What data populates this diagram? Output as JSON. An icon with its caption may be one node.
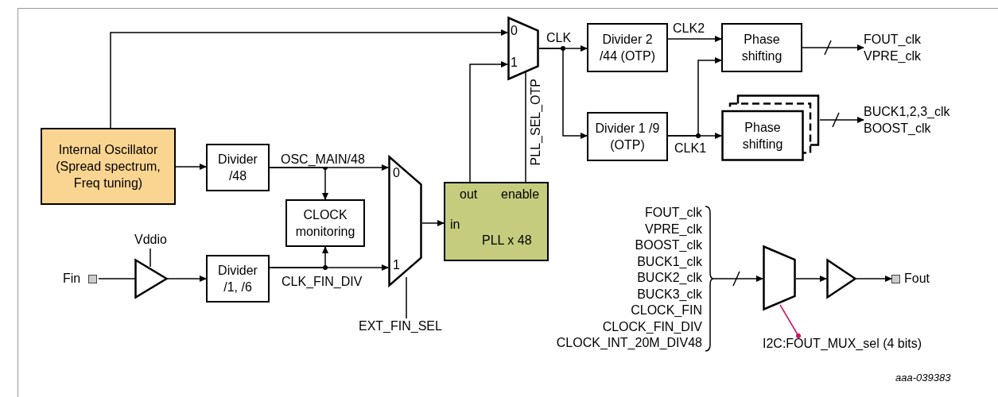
{
  "diagram": {
    "nodes": [
      {
        "text": [
          "Internal Oscillator (Spread spectrum, Freq tuning)"
        ]
      },
      {
        "text": [
          "Divider /48"
        ]
      },
      {
        "text": [
          "CLOCK monitoring"
        ]
      },
      {
        "text": [
          "Fin"
        ]
      },
      {
        "text": [],
        "shape": "triangle",
        "beside": [
          "Vddio"
        ]
      },
      {
        "text": [
          "Divider /1, /6"
        ]
      },
      {
        "text": [
          "0",
          "1"
        ]
      },
      {
        "text": [
          "out",
          "enable",
          "in",
          "PLL x 48"
        ]
      },
      {
        "text": [
          "0",
          "1"
        ]
      },
      {
        "text": [
          "Divider 2 /44 (OTP)"
        ]
      },
      {
        "text": [
          "Divider 1 /9 (OTP)"
        ]
      },
      {
        "text": [
          "Phase shifting"
        ]
      },
      {
        "text": [
          "Phase shifting"
        ]
      },
      {
        "text": [
          "FOUT_clk",
          "VPRE_clk"
        ]
      },
      {
        "text": [
          "BUCK1,2,3_clk",
          "BOOST_clk"
        ]
      },
      {
        "text": [
          "FOUT_clk",
          "VPRE_clk",
          "BOOST_clk",
          "BUCK1_clk",
          "BUCK2_clk",
          "BUCK3_clk",
          "CLOCK_FIN",
          "CLOCK_FIN_DIV",
          "CLOCK_INT_20M_DIV48"
        ]
      },
      {
        "text": [],
        "shape": "trapezoid"
      },
      {
        "text": [],
        "shape": "triangle"
      },
      {
        "text": [
          "Fout"
        ]
      },
      {
        "text": [
          "I2C:FOUT_MUX_sel (4 bits)"
        ]
      },
      {
        "text": [
          "EXT_FIN_SEL"
        ]
      }
    ],
    "edges": [
      {
        "from": 0,
        "to": 8,
        "arrow": "to"
      },
      {
        "from": 0,
        "to": 1,
        "arrow": "to"
      },
      {
        "from": 1,
        "to": 6,
        "arrow": "to",
        "label": "OSC_MAIN/48"
      },
      {
        "from": 1,
        "to": 2,
        "arrow": "to"
      },
      {
        "from": 3,
        "to": 4,
        "arrow": "none"
      },
      {
        "from": 4,
        "to": 5,
        "arrow": "to"
      },
      {
        "from": 5,
        "to": 6,
        "arrow": "to",
        "label": "CLK_FIN_DIV"
      },
      {
        "from": 5,
        "to": 2,
        "arrow": "to"
      },
      {
        "from": 6,
        "to": 7,
        "arrow": "to"
      },
      {
        "from": 7,
        "to": 8,
        "arrow": "to"
      },
      {
        "from": 7,
        "to": 8,
        "arrow": "none",
        "label": "PLL_SEL_OTP"
      },
      {
        "from": 8,
        "to": 9,
        "arrow": "to",
        "label": "CLK"
      },
      {
        "from": 8,
        "to": 10,
        "arrow": "to"
      },
      {
        "from": 9,
        "to": 11,
        "arrow": "to",
        "label": "CLK2"
      },
      {
        "from": 10,
        "to": 12,
        "arrow": "to",
        "label": "CLK1"
      },
      {
        "from": 10,
        "to": 11,
        "arrow": "to"
      },
      {
        "from": 11,
        "to": 13,
        "arrow": "to"
      },
      {
        "from": 12,
        "to": 14,
        "arrow": "to"
      },
      {
        "from": 15,
        "to": 16,
        "arrow": "to"
      },
      {
        "from": 16,
        "to": 17,
        "arrow": "to"
      },
      {
        "from": 17,
        "to": 18,
        "arrow": "to"
      },
      {
        "from": 19,
        "to": 16,
        "arrow": "other",
        "color": "#cc1166"
      },
      {
        "from": 6,
        "to": 20,
        "arrow": "none"
      }
    ],
    "labels": [
      "aaa-039383"
    ]
  }
}
